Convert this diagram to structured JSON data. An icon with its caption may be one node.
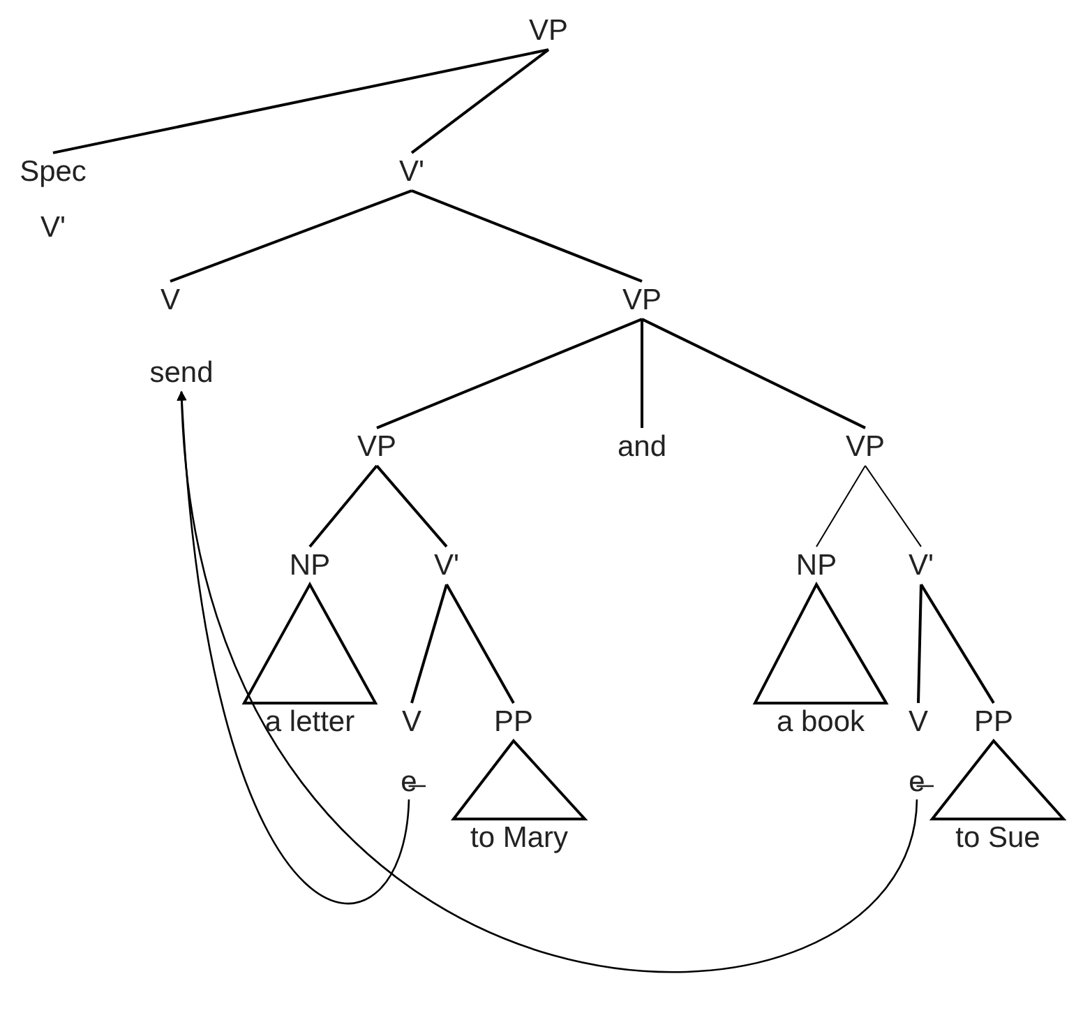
{
  "diagram": {
    "nodes": [
      {
        "text": [
          "VP"
        ]
      },
      {
        "text": [
          "Spec"
        ]
      },
      {
        "text": [
          "V'"
        ]
      },
      {
        "text": [
          "V"
        ]
      },
      {
        "text": [
          "send"
        ]
      },
      {
        "text": [
          "VP"
        ]
      },
      {
        "text": [
          "VP"
        ]
      },
      {
        "text": [
          "and"
        ]
      },
      {
        "text": [
          "VP"
        ]
      },
      {
        "text": [
          "NP"
        ]
      },
      {
        "text": [
          "V'"
        ]
      },
      {
        "text": [
          "a letter"
        ]
      },
      {
        "text": [
          "V"
        ]
      },
      {
        "text": [
          "PP"
        ]
      },
      {
        "text": [
          "e̶"
        ]
      },
      {
        "text": [
          "to Mary"
        ]
      },
      {
        "text": [
          "NP"
        ]
      },
      {
        "text": [
          "V'"
        ]
      },
      {
        "text": [
          "a book"
        ]
      },
      {
        "text": [
          "V"
        ]
      },
      {
        "text": [
          "PP"
        ]
      },
      {
        "text": [
          "e̶"
        ]
      },
      {
        "text": [
          "to Sue"
        ]
      }
    ],
    "edges": [
      {
        "from": 0,
        "to": 1,
        "arrow": "none"
      },
      {
        "from": 0,
        "to": 2,
        "arrow": "none"
      },
      {
        "from": 2,
        "to": 3,
        "arrow": "none"
      },
      {
        "from": 2,
        "to": 5,
        "arrow": "none"
      },
      {
        "from": 5,
        "to": 6,
        "arrow": "none"
      },
      {
        "from": 5,
        "to": 7,
        "arrow": "none"
      },
      {
        "from": 5,
        "to": 8,
        "arrow": "none"
      },
      {
        "from": 6,
        "to": 9,
        "arrow": "none"
      },
      {
        "from": 6,
        "to": 10,
        "arrow": "none"
      },
      {
        "from": 9,
        "to": 11,
        "arrow": "none"
      },
      {
        "from": 10,
        "to": 12,
        "arrow": "none"
      },
      {
        "from": 10,
        "to": 13,
        "arrow": "none"
      },
      {
        "from": 13,
        "to": 15,
        "arrow": "none"
      },
      {
        "from": 8,
        "to": 16,
        "arrow": "none"
      },
      {
        "from": 8,
        "to": 17,
        "arrow": "none"
      },
      {
        "from": 16,
        "to": 18,
        "arrow": "none"
      },
      {
        "from": 17,
        "to": 19,
        "arrow": "none"
      },
      {
        "from": 17,
        "to": 20,
        "arrow": "none"
      },
      {
        "from": 20,
        "to": 22,
        "arrow": "none"
      },
      {
        "from": 14,
        "to": 4,
        "arrow": "to"
      },
      {
        "from": 21,
        "to": 4,
        "arrow": "to"
      }
    ],
    "labels": [
      "V'"
    ]
  }
}
